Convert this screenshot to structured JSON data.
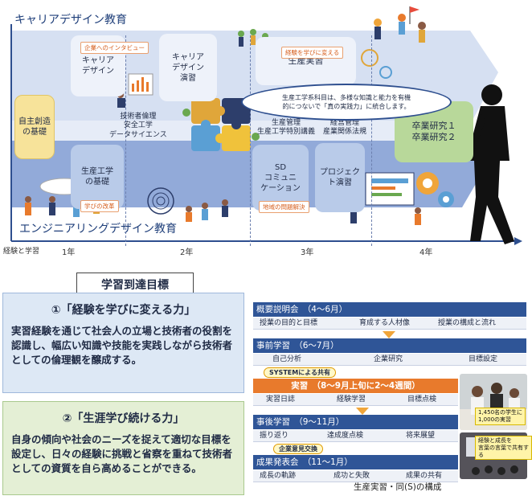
{
  "diagram": {
    "career_title": "キャリアデザイン教育",
    "engineering_title": "エンジニアリングデザイン教育",
    "axis_label": "経験と学習",
    "years": [
      "1年",
      "2年",
      "3年",
      "4年"
    ],
    "boxes": {
      "self_creation": "自主創造\nの基礎",
      "career_design": "キャリア\nデザイン",
      "career_design_practice": "キャリア\nデザイン\n演習",
      "production_practice": "生産実習",
      "production_basics": "生産工学\nの基礎",
      "sd_communication": "SD\nコミュニ\nケーション",
      "project_practice": "プロジェクト演習",
      "graduation_research": "卒業研究１\n卒業研究２"
    },
    "tags": {
      "company_interview": "企業へのインタビュー",
      "learn_from_experience": "経験を学びに変える",
      "learning_reform": "学びの改革",
      "regional_problem": "地域の問題解決"
    },
    "texts": {
      "ethics": "技術者倫理\n安全工学\nデータサイエンス",
      "management": "生産管理\n生産工学特別講義",
      "business": "経営管理\n産業関係法規"
    },
    "callout": "生産工学系科目は、多様な知識と能力を有機\n的につないで「真の実践力」に統合します。"
  },
  "goals": {
    "title": "学習到達目標",
    "goal1_title": "①「経験を学びに変える力」",
    "goal1_body": "実習経験を通じて社会人の立場と技術者の役割を認識し、幅広い知識や技能を実践しながら技術者としての倫理観を醸成する。",
    "goal2_title": "②「生涯学び続ける力」",
    "goal2_body": "自身の傾向や社会のニーズを捉えて適切な目標を設定し、日々の経験に挑戦と省察を重ねて技術者としての資質を自ら高めることができる。"
  },
  "flow": {
    "phase1": "概要説明会　（4～6月）",
    "phase1_items": [
      "授業の目的と目標",
      "育成する人材像",
      "授業の構成と流れ"
    ],
    "phase2": "事前学習　（6～7月）",
    "phase2_items": [
      "自己分析",
      "企業研究",
      "目標設定"
    ],
    "pill1": "SYSTEMによる共有",
    "phase3": "実習　（8～9月上旬に2～4週間）",
    "phase3_items": [
      "実習日誌",
      "経験学習",
      "目標点検"
    ],
    "phase4": "事後学習　（9～11月）",
    "phase4_items": [
      "振り返り",
      "達成度点検",
      "将来展望"
    ],
    "pill2": "企業意見交換",
    "phase5": "成果発表会　（11～1月）",
    "phase5_items": [
      "成長の軌跡",
      "成功と失敗",
      "成果の共有"
    ],
    "photo1_label": "1,450名の学生に\n1,000の実習",
    "photo2_label": "経験と成長を\n言葉の言葉で共有する",
    "caption": "生産実習・同(S)の構成"
  },
  "colors": {
    "career_band": "#cfd9ee",
    "engineering_band": "#8ea6d6",
    "phase": "#2f5597",
    "orange": "#e87a2c",
    "goal1_bg": "#dde8f5",
    "goal2_bg": "#e4efd5"
  }
}
